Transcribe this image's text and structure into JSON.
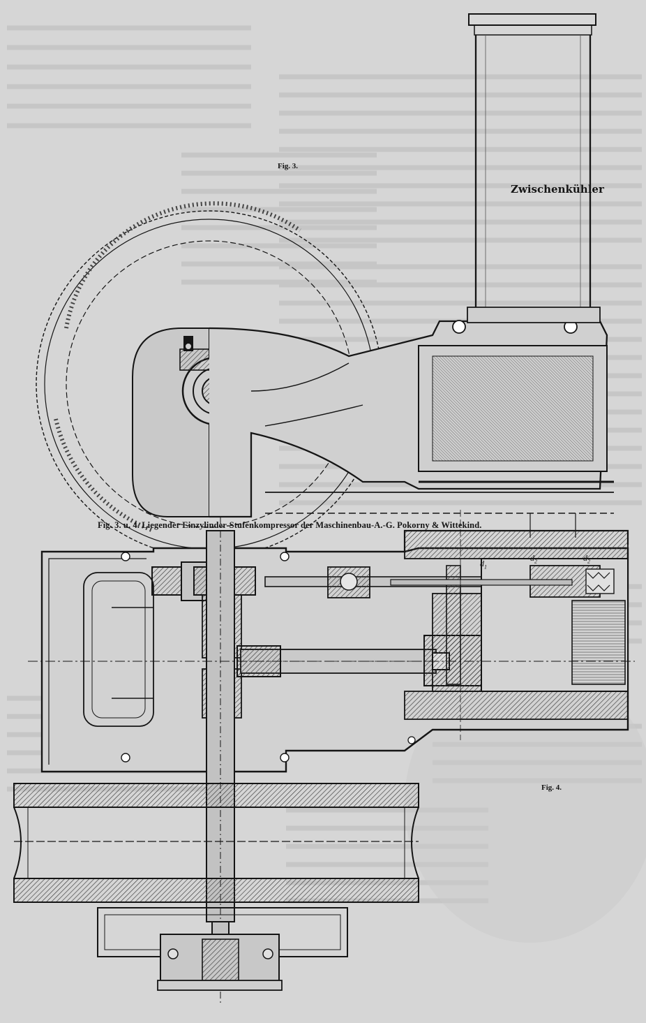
{
  "figure_labels": {
    "fig3": "Fig. 3.",
    "fig4": "Fig. 4."
  },
  "caption": "Fig. 3. u. 4. Liegender Einzylinder-Stufenkompressor der Maschinenbau-A.-G. Pokorny & Wittekind.",
  "part_labels": {
    "intercooler": "Zwischenkühler",
    "dims": [
      "d",
      "d",
      "d"
    ],
    "dims_sub": [
      "1",
      "2",
      "2"
    ]
  },
  "colors": {
    "paper": "#d6d6d6",
    "ink": "#151515",
    "hatch": "#3a3a3a"
  }
}
